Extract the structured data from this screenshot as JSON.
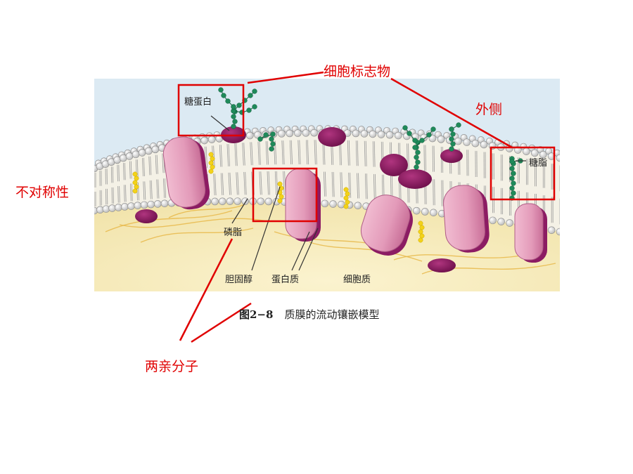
{
  "figure": {
    "labels": {
      "glycoprotein": "糖蛋白",
      "glycolipid": "糖脂",
      "phospholipid": "磷脂",
      "cholesterol": "胆固醇",
      "protein": "蛋白质",
      "cytoplasm": "细胞质"
    },
    "caption": {
      "number": "图2−8",
      "title": "质膜的流动镶嵌模型"
    }
  },
  "annotations": {
    "cell_marker": "细胞标志物",
    "outside": "外侧",
    "asymmetry": "不对称性",
    "amphipathic": "两亲分子"
  },
  "colors": {
    "annotation": "#e00000",
    "sky": "#dceaf3",
    "cytoplasm": "#f6ecc0",
    "protein": "#e9a3bf",
    "protein_dark": "#8c1c63",
    "sugar": "#1f8a5a",
    "cholesterol": "#f3d21a"
  }
}
